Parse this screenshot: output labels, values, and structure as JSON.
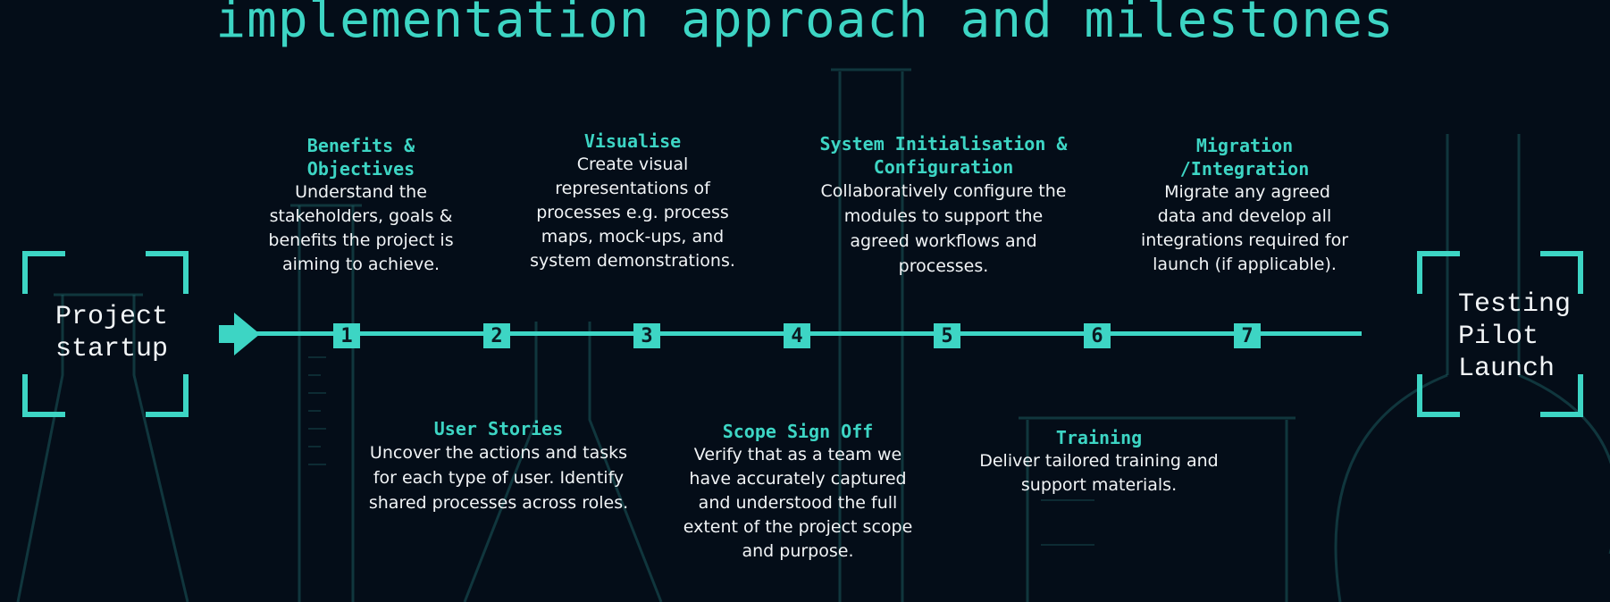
{
  "title": "implementation approach and milestones",
  "colors": {
    "background": "#040d18",
    "accent": "#3dd5c4",
    "text": "#f1f4f6",
    "marker_text": "#0b1a22"
  },
  "start": {
    "label": "Project\nstartup"
  },
  "end": {
    "label": "Testing\nPilot\nLaunch"
  },
  "timeline": {
    "arrow_icon": "arrow-right-icon",
    "markers": [
      "1",
      "2",
      "3",
      "4",
      "5",
      "6",
      "7"
    ]
  },
  "steps_top": [
    {
      "heading": "Benefits &\nObjectives",
      "description": "Understand the\nstakeholders,  goals &\nbenefits the project is\naiming to achieve."
    },
    {
      "heading": "Visualise",
      "description": "Create visual\nrepresentations of\nprocesses e.g. process\nmaps, mock-ups, and\nsystem demonstrations."
    },
    {
      "heading": "System Initialisation &\nConfiguration",
      "description": "Collaboratively configure the\nmodules to support the\nagreed workflows and\nprocesses."
    },
    {
      "heading": "Migration\n/Integration",
      "description": " Migrate any agreed\ndata and develop all\nintegrations required for\nlaunch (if applicable)."
    }
  ],
  "steps_bottom": [
    {
      "heading": "User Stories",
      "description": "Uncover the actions and tasks\nfor each type of user. Identify\nshared processes across roles."
    },
    {
      "heading": "Scope Sign Off",
      "description": "Verify that as a team we\nhave accurately captured\nand understood the full\nextent of the project scope\nand purpose."
    },
    {
      "heading": "Training",
      "description": "Deliver tailored training and\nsupport materials."
    }
  ]
}
